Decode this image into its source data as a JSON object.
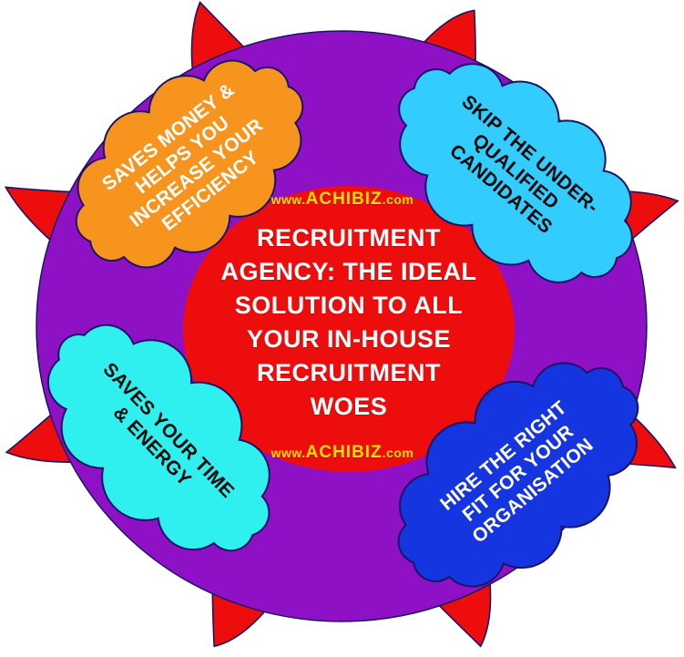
{
  "site_url": {
    "prefix": "www.",
    "brand": "ACHIBIZ",
    "suffix": ".com"
  },
  "center": {
    "lines": [
      "RECRUITMENT",
      "AGENCY: THE IDEAL",
      "SOLUTION TO ALL",
      "YOUR IN-HOUSE",
      "RECRUITMENT",
      "WOES"
    ],
    "text_color": "#ffffff"
  },
  "clouds": [
    {
      "name": "saves-money",
      "lines": [
        "SAVES MONEY &",
        "HELPS YOU",
        "INCREASE YOUR",
        "EFFICIENCY"
      ],
      "fill": "#f7941e",
      "text_color": "#ffffff"
    },
    {
      "name": "skip-underqualified",
      "lines": [
        "SKIP THE UNDER-",
        "QUALIFIED",
        "CANDIDATES"
      ],
      "fill": "#33ccff",
      "text_color": "#0a0a0a"
    },
    {
      "name": "saves-time",
      "lines": [
        "SAVES YOUR TIME",
        "& ENERGY"
      ],
      "fill": "#30efef",
      "text_color": "#0a0a0a"
    },
    {
      "name": "hire-right-fit",
      "lines": [
        "HIRE THE RIGHT",
        "FIT FOR YOUR",
        "ORGANISATION"
      ],
      "fill": "#1535e0",
      "text_color": "#ffffff"
    }
  ],
  "colors": {
    "background": "#ffffff",
    "ring": "#8e11c6",
    "center_disc": "#ee0d0d",
    "spikes": "#ee0d0d",
    "site_text": "#ffdf00",
    "outline": "#1b1464"
  }
}
